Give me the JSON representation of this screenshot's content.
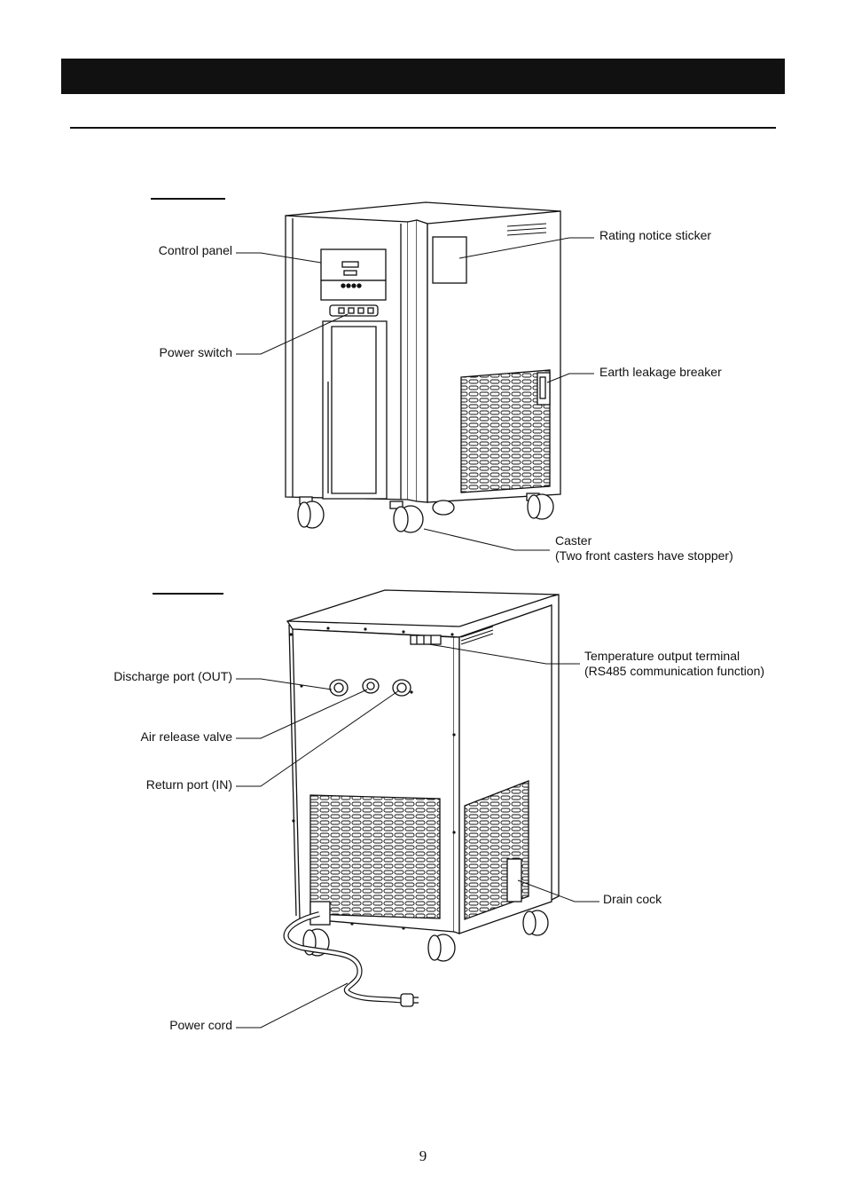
{
  "page_number": "9",
  "front_view": {
    "labels": {
      "control_panel": "Control  panel",
      "power_switch": "Power  switch",
      "rating_notice_sticker": "Rating notice sticker",
      "earth_leakage_breaker": "Earth leakage breaker",
      "caster": "Caster",
      "caster_note": "(Two front casters have stopper)"
    }
  },
  "rear_view": {
    "labels": {
      "discharge_port": "Discharge  port  (OUT)",
      "air_release_valve": "Air release valve",
      "return_port": "Return port (IN)",
      "power_cord": "Power  cord",
      "temperature_output_terminal": "Temperature output terminal",
      "temperature_output_note": "(RS485 communication function)",
      "drain_cock": "Drain cock"
    }
  }
}
